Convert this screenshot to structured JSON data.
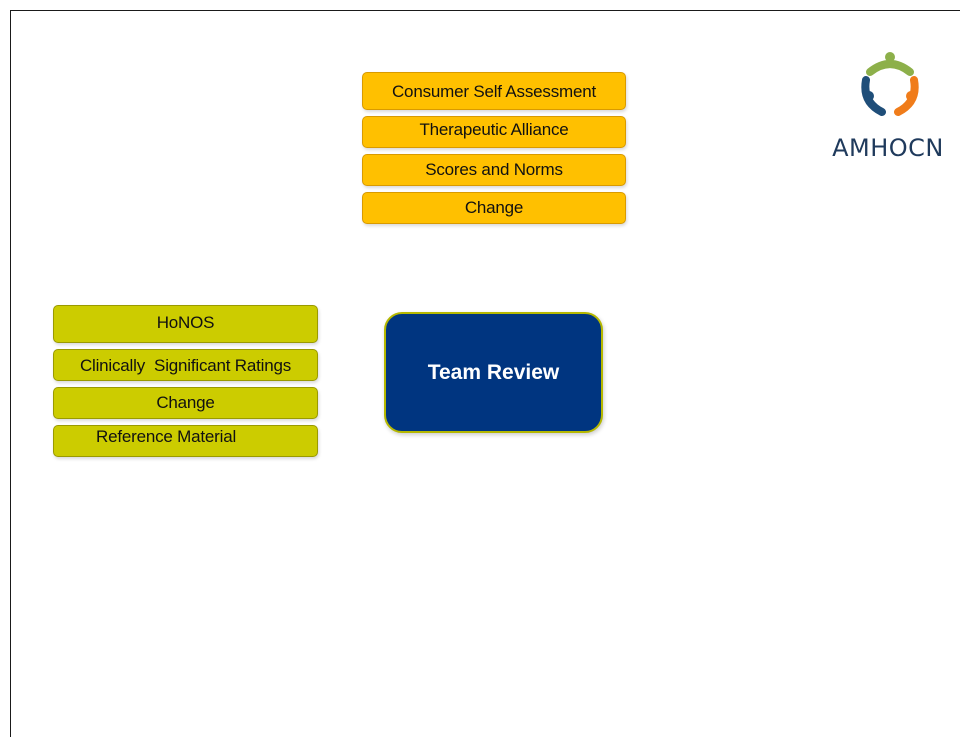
{
  "logo": {
    "text": "AMHOCN",
    "icon": "amhocn-people-circle-icon",
    "colors": {
      "top": "#8db04a",
      "left": "#1f4e79",
      "right": "#f07c1a"
    }
  },
  "consumer_menu": {
    "items": [
      {
        "label": "Consumer Self Assessment"
      },
      {
        "label": "Therapeutic Alliance"
      },
      {
        "label": "Scores and Norms"
      },
      {
        "label": "Change"
      }
    ],
    "color": "#ffc000"
  },
  "clinician_menu": {
    "items": [
      {
        "label": "HoNOS"
      },
      {
        "label": "Clinically  Significant Ratings"
      },
      {
        "label": "Change"
      },
      {
        "label": "Reference Material"
      }
    ],
    "color": "#cccc00"
  },
  "center": {
    "label": "Team Review",
    "color": "#003580"
  }
}
